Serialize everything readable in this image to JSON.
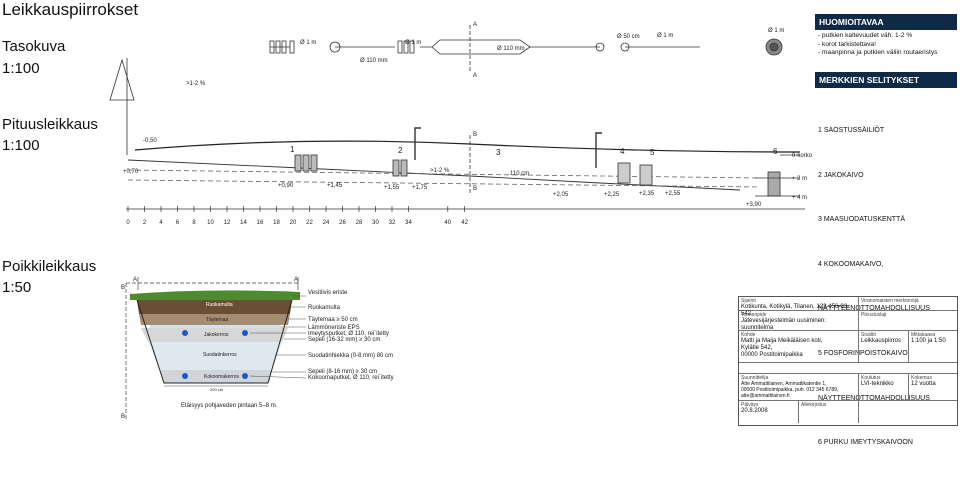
{
  "page_title": "Leikkauspiirrokset",
  "sections": {
    "tasokuva": {
      "title": "Tasokuva",
      "scale": "1:100"
    },
    "pituusleikkaus": {
      "title": "Pituusleikkaus",
      "scale": "1:100"
    },
    "poikkileikkaus": {
      "title": "Poikkileikkaus",
      "scale": "1:50"
    }
  },
  "plan": {
    "pipe_labels": [
      "Ø 1 m",
      "Ø 1 m",
      "Ø 110 mm",
      "Ø 110 mm",
      "Ø 50 cm",
      "Ø 1 m",
      "Ø 1 m"
    ],
    "section_marks": [
      "A",
      "A"
    ]
  },
  "profile": {
    "well_numbers": [
      "1",
      "2",
      "3",
      "4",
      "5",
      "6"
    ],
    "elev_markers": [
      "-0,50",
      "+0,70",
      "+0,90",
      "+1,45",
      "+1,55",
      "+1,75",
      "+2,05",
      "+2,25",
      "+2,35",
      "+2,55",
      "+3,90"
    ],
    "slope_labels": [
      ">1-2 %",
      ">1-2 %"
    ],
    "distance_label": "110 cm",
    "right_labels": [
      "0-korko",
      "+ 2 m",
      "+ 4 m"
    ],
    "section_marks": [
      "B",
      "B"
    ]
  },
  "axis": {
    "ticks": [
      "0",
      "2",
      "4",
      "6",
      "8",
      "10",
      "12",
      "14",
      "16",
      "18",
      "20",
      "22",
      "24",
      "26",
      "28",
      "30",
      "32",
      "34",
      "40",
      "42"
    ]
  },
  "huomioitavaa": {
    "title": "HUOMIOITAVAA",
    "items": [
      "- putkien kaltevuudet väh. 1-2 %",
      "- korot tarkistettava!",
      "- maanpinna ja putkien väliin routaeristys"
    ]
  },
  "merkkien": {
    "title": "MERKKIEN SELITYKSET",
    "items": [
      "1  SAOSTUSSÄILIÖT",
      "2  JAKOKAIVO",
      "3  MAASUODATUSKENTTÄ",
      "4  KOKOOMAKAIVO,",
      "    NÄYTTEENOTTOMAHDOLLISUUS",
      "5  FOSFORINPOISTOKAIVO,",
      "    NÄYTTEENOTTOMAHDOLLISUUS",
      "6  PURKU IMEYTYSKAIVOON"
    ]
  },
  "cross_section": {
    "marks": [
      "A",
      "A",
      "B",
      "B"
    ],
    "layer_tags": [
      "Ruokamulta",
      "Täytemaa",
      "Jakokerros",
      "Suodatinkerros",
      "Kokoomakerros"
    ],
    "callouts": [
      "Vesitiivis eriste",
      "Ruokamulta",
      "Täytemaa ≥ 50 cm",
      "Lämmöneriste EPS",
      "Imeytysputket, Ø 110, rei´itetty",
      "Sepeli (16-32 mm) ≥ 30 cm",
      "Suodatinhiekka (0-8 mm) 80 cm",
      "Sepeli (8-16 mm) ≥ 30 cm",
      "Kokoomaputket, Ø 110, rei´itetty"
    ],
    "width_label": "200 cm",
    "groundwater_note": "Etäisyys pohjaveden pintaan 5–8 m."
  },
  "title_block": {
    "sijainti": {
      "label": "Sijainti",
      "value": "Kotikunta, Kotikylä, Tilanen, 123-456-03-542"
    },
    "viranomainen": {
      "label": "Viranomaisten merkinnöjä",
      "value": ""
    },
    "toimenpide": {
      "label": "Toimenpide",
      "value": "Jätevesijärjestelmän uusiminen: suunnitelma"
    },
    "piirustuslaji": {
      "label": "Piirustuslaji",
      "value": ""
    },
    "kohde": {
      "label": "Kohde",
      "lines": [
        "Matti ja Maija Meikäläisen koti,",
        "Kylätie 542,",
        "00000 Postitoimipaikka"
      ]
    },
    "sisalto": {
      "label": "Sisältö",
      "value": "Leikkauspiirros"
    },
    "mittakaava": {
      "label": "Mittakaava",
      "value": "1:100 ja 1:50"
    },
    "suunnittelija": {
      "label": "Suunnittelija",
      "lines": [
        "Atte Ammattilainen, Ammattikatentie 1,",
        "00000 Postitoimipaikka, puh. 012 345 6789,",
        "atte@ammattilainen.fi"
      ]
    },
    "koulutus": {
      "label": "Koulutus",
      "value": "LVI-teknikko"
    },
    "kokemus": {
      "label": "Kokemus",
      "value": "12 vuotta"
    },
    "paivays": {
      "label": "Päiväys",
      "value": "20.8.2008"
    },
    "allekirjoitus": {
      "label": "Allekirjoitus",
      "value": ""
    }
  }
}
